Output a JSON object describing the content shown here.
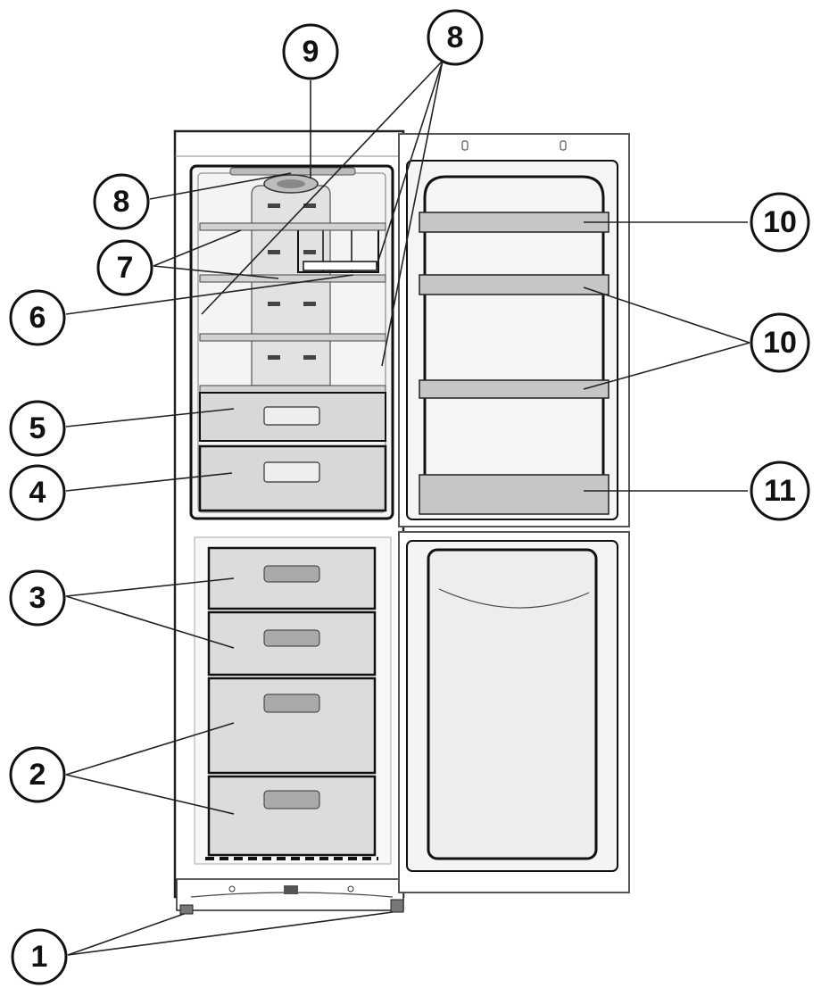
{
  "callouts": [
    {
      "id": "c9",
      "label": "9"
    },
    {
      "id": "c8a",
      "label": "8"
    },
    {
      "id": "c8b",
      "label": "8"
    },
    {
      "id": "c7",
      "label": "7"
    },
    {
      "id": "c6",
      "label": "6"
    },
    {
      "id": "c5",
      "label": "5"
    },
    {
      "id": "c4",
      "label": "4"
    },
    {
      "id": "c3",
      "label": "3"
    },
    {
      "id": "c2",
      "label": "2"
    },
    {
      "id": "c1",
      "label": "1"
    },
    {
      "id": "c10a",
      "label": "10"
    },
    {
      "id": "c10b",
      "label": "10"
    },
    {
      "id": "c11",
      "label": "11"
    }
  ],
  "colors": {
    "outline": "#222222",
    "cabinet_fill": "#ffffff",
    "interior_fill": "#f2f2f2",
    "drawer_fill": "#d6d6d6",
    "shelf_fill": "#c8c8c8",
    "door_shelf_fill": "#c4c4c4"
  }
}
